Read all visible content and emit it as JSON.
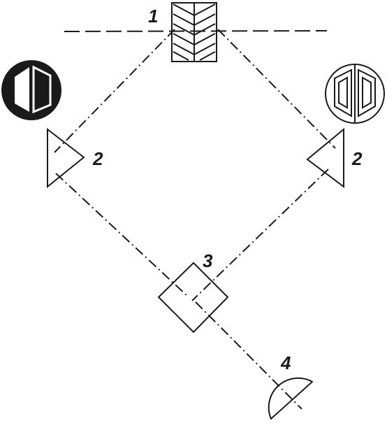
{
  "diagram": {
    "labels": {
      "object": "1",
      "left_prism": "2",
      "right_prism": "2",
      "beam_splitter": "3",
      "eyepiece": "4"
    },
    "colors": {
      "ink": "#1a1a1a",
      "background": "#ffffff"
    },
    "icons": {
      "left_view": "half-filled-view-icon",
      "right_view": "outline-view-icon"
    }
  }
}
